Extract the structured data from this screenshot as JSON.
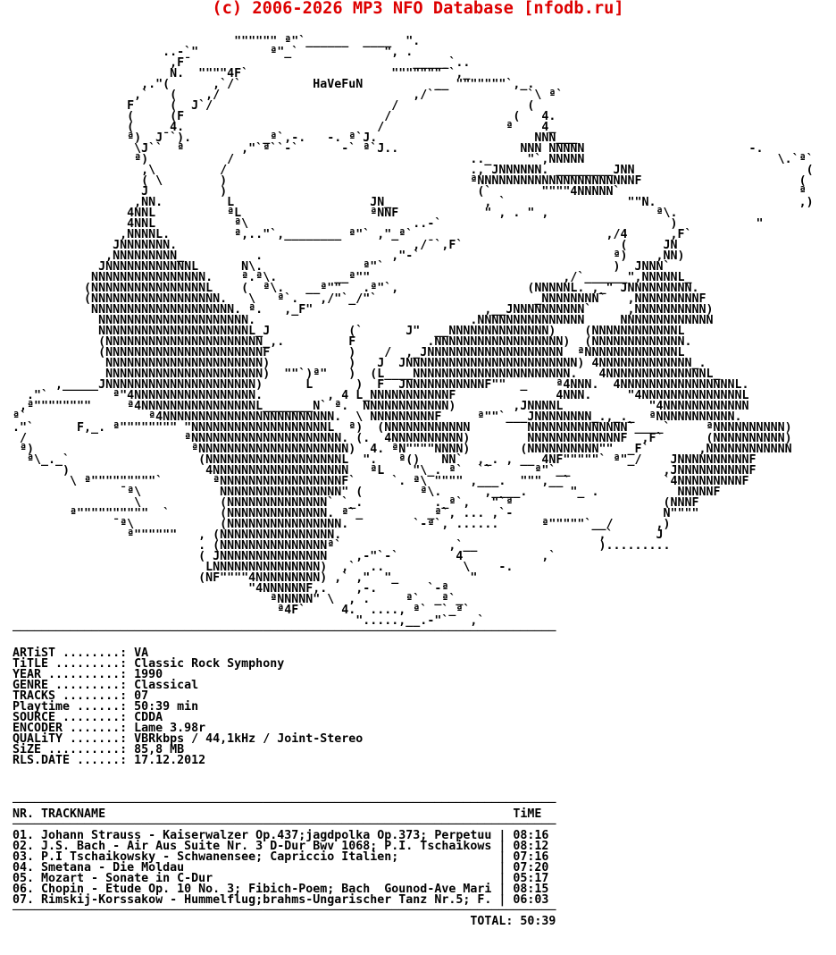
{
  "header": {
    "copyright": "(c) 2006-2026 MP3 NFO Database [nfodb.ru]"
  },
  "colors": {
    "accent_red": "#dd0000",
    "text": "#000000",
    "background": "#ffffff"
  },
  "art": {
    "watermark": "HaVeFuN",
    "lines": [
      "                               \"\"\"\"\"\" ª\"`______  ____  \".",
      "                     ..-`\"          ª\"_`            \", .",
      "                      ,F¯                               _____`..",
      "                      N.  \"\"\"\"4F`                    \"\"\"\"\"\"\"¯`,_",
      "                  ,.\"(      ,`/`          HaVeFuN          __ \"\"\"\"\"\"\"`,_.",
      "                 ,`   (    ,/                           ,/`¯            `\\ ª`",
      "                F     (  J`/                         /                  (",
      "                (     (F                            /                 (   4.",
      "                (     4.                           /                 ª    4_",
      "                ª)  J¯`).          _ª`,-.   -. ª`J.                      NNN___",
      "                 \\J``  ª        ,\"`ª``-`      -` ª`J..                 NNN NNNNN                       -.",
      "                 ª)           /                                 .._     \"`,NNNNN                           \\.`ª`",
      "                  ,\\         /                                  ., JNNNNNN. ________JNN                        (",
      "                  ( \\        )                                  ªNNNNNNNNNNNNNNNNNNNNNNF                      (",
      "                  J          )                                   (`       \"\"\"\"4NNNNN`                         ª",
      "                 ,NN.         L                   JN_             , `                 \"\"N.                    ,)",
      "                4NNL          ªL                  ªNNF            \" , . \" ,               ª\\.",
      "                4NNL           ª\\                       ..-`                                )           \"",
      "               ,NNNNL.         ª,..\"`,________ ª\"` ,\"_ª`                           ,/4      ,F`",
      "              JNNNNNNN.                                 ,/¯`,F`                      (     JN",
      "             ,NNNNNNNNN_          .                  ,\"-`                           ª)    ,NN)",
      "            JNNNNNNNNNNNNL      N\\.              ª\"`                                )  JNNN`",
      "           NNNNNNNNNNNNNNNN.    ª.ª\\.        __ª\"\"                           ,/`______\",NNNNNL_",
      "          (NNNNNNNNNNNNNNNNL    (  ª\\.   __ª\"\"   .ª\"`,                  (NNNNNL. ,_\" JNNNNNNNNN.",
      "          (NNNNNNNNNNNNNNNNNN.   \\   ª`.   ,/\"`_/\"`                      _NNNNNNNN`   ,NNNNNNNNNF",
      "           NNNNNNNNNNNNNNNNNNNN. ª.   ,_F\"                        ,__JNNNNNNNNNN`     ,NNNNNNNNNN)",
      "            NNNNNNNNNNNNNNNNNNNNN.                              .NNNNNNNNNNNNNNN     NNNNNNNNNNNNN",
      "            NNNNNNNNNNNNNNNNNNNNNL_J           (`      J\"  __NNNNNNNNNNNNNN)    (NNNNNNNNNNNNL",
      "            (NNNNNNNNNNNNNNNNNNNNNN_,.         F          .NNNNNNNNNNNNNNNNNN)  (NNNNNNNNNNNNN.",
      "            (NNNNNNNNNNNNNNNNNNNNNNF           )    /  ,_JNNNNNNNNNNNNNNNNNNN  ªNNNNNNNNNNNNNL",
      "             NNNNNNNNNNNNNNNNNNNNNN)           )   J  JNNNNNNNNNNNNNNNNNNNNNNNN) 4NNNNNNNNNNNNN_.",
      "             NNNNNNNNNNNNNNNNNNNNNN)  \"\"`)ª\"   )  (L____NNNNNNNNNNNNNNNNNNNNNN.   4NNNNNNNNNNNNNNL_",
      "      ,_____JNNNNNNNNNNNNNNNNNNNNN)      L      )  F  JNNNNNNNNNNNF\"\"  _    ª4NNN.  4NNNNNNNNNNNNNNNNL.",
      "  .\"`         ª\"4NNNNNNNNNNNNNNNNN.         , 4 L_NNNNNNNNNNNF              4NNN.     \"4NNNNNNNNNNNNNNL",
      " ,ª\"\"\"\"\"\"\"\"     ª4NNNNNNNNNNNNNNNNL_______N` ª.  NNNNNNNNNNNN)        ,JNNNNL            \"4NNNNNNNNNNNN",
      "ª`                 ª4NNNNNNNNNNNNNNNNNNNNNNNN.  \\ NNNNNNNNNF     ª\"\"`___JNNNNNNNN_.,_._  ªNNNNNNNNNNN.",
      ".\"`      F,_. ª\"\"\"\"\"\"\"\" \"NNNNNNNNNNNNNNNNNNNL  ª)  (NNNNNNNNNNNN        NNNNNNNNNNNNNN`____`     ªNNNNNNNNNN)",
      " /                      ªNNNNNNNNNNNNNNNNNNNNN. (.  4NNNNNNNNNN)        NNNNNNNNNNNNNF  ,F`      (NNNNNNNNNN)",
      " ª)                      ªNNNNNNNNNNNNNNNNNNNNN)  4. ªN\"\"\"\"NNNN)       (NNNNNNNNNN\"\"  _F`       ,NNNNNNNNNNNN",
      "  ª\\_._`                  (NNNNNNNNNNNNNNNNNNNL  \".   ª()   NN`  ,_. , __ 4NF\"\"\"\"\"` ª\"_/    JNNNNNNNNNNF",
      "       )                   4NNNNNNNNNNNNNNNNNNN   ªL    \"\\_. ª`  ``      ª\"`__             ,JNNNNNNNNNNF",
      "        \\ ª\"\"\"\"\"\"\"\"\"`       ªNNNNNNNNNNNNNNNNNF`     `. ª\\ \"\"\"\" ,___.  \"\"\",__`             `4NNNNNNNNNF",
      "               ¯ª\\           NNNNNNNNNNNNNNNNN\" (        ª\\.      ,____.      \"_ .           NNNNNF",
      "                 \\           (NNNNNNNNNNNNNN` `_.          ._ª`,   \"`ª                     (NNNF",
      "        ª\"\"\"\"\"\"\"\"\"\"  `       (NNNNNNNNNNNNNN. ª`_         _ª`, ... ,`-                     N\"\"\"\"",
      "              ¯ª\\            (NNNNNNNNNNNNNNNN.         `-ª`, ......      ª\"\"\"\"\"`__/      ,)",
      "                ª\"\"\"\"\"\"   , (NNNNNNNNNNNNNNNN.                                    ,`      J",
      "                          . (NNNNNNNNNNNNNNNª`               ,`__                 ).........",
      "                          ( JNNNNNNNNNNNNNNN    ,-\"`-`        4           ,`",
      "                           LNNNNNNNNNNNNNNN)  ,`  ..           \\    -.",
      "                          (NF\"\"\"\"4NNNNNNNNN) ,` ,\"  \"_          \"",
      "                                 \"4NNNNNNF,.    ,-.       `-ª",
      "                                    ªNNNNN\" \\  , .     ª`  _ª`_",
      "                                     ª4F`     4.  ...., ª`  `_ª`",
      "                                                \".....,__.-\"`   ,`"
    ]
  },
  "info": {
    "fields": [
      {
        "label": "ARTiST ........:",
        "value": "VA"
      },
      {
        "label": "TiTLE .........:",
        "value": "Classic Rock Symphony"
      },
      {
        "label": "YEAR ..........:",
        "value": "1990"
      },
      {
        "label": "GENRE .........:",
        "value": "Classical"
      },
      {
        "label": "TRACKS ........:",
        "value": "07"
      },
      {
        "label": "Playtime ......:",
        "value": "50:39 min"
      },
      {
        "label": "SOURCE ........:",
        "value": "CDDA"
      },
      {
        "label": "ENCODER .......:",
        "value": "Lame 3.98r"
      },
      {
        "label": "QUALiTY .......:",
        "value": "VBRkbps / 44,1kHz / Joint-Stereo"
      },
      {
        "label": "SiZE ..........:",
        "value": "85,8 MB"
      },
      {
        "label": "RLS.DATE ......:",
        "value": "17.12.2012"
      }
    ]
  },
  "table": {
    "header": {
      "nr": "NR.",
      "name": "TRACKNAME",
      "time": "TiME"
    },
    "tracks": [
      {
        "nr": "01.",
        "name": "Johann Strauss - Kaiserwalzer Op.437;jagdpolka Op.373; Perpetuu",
        "time": "08:16"
      },
      {
        "nr": "02.",
        "name": "J.S. Bach - Air Aus Suite Nr. 3 D-Dur Bwv 1068; P.I. Tschaikows",
        "time": "08:12"
      },
      {
        "nr": "03.",
        "name": "P.I Tschaikowsky - Schwanensee; Capriccio Italien;",
        "time": "07:16"
      },
      {
        "nr": "04.",
        "name": "Smetana - Die Moldau",
        "time": "07:20"
      },
      {
        "nr": "05.",
        "name": "Mozart - Sonate in C-Dur",
        "time": "05:17"
      },
      {
        "nr": "06.",
        "name": "Chopin - Etude Op. 10 No. 3; Fibich-Poem; Bach  Gounod-Ave Mari",
        "time": "08:15"
      },
      {
        "nr": "07.",
        "name": "Rimskij-Korssakow - Hummelflug;brahms-Ungarischer Tanz Nr.5; F.",
        "time": "06:03"
      }
    ],
    "total_label": "TOTAL:",
    "total_time": "50:39"
  }
}
